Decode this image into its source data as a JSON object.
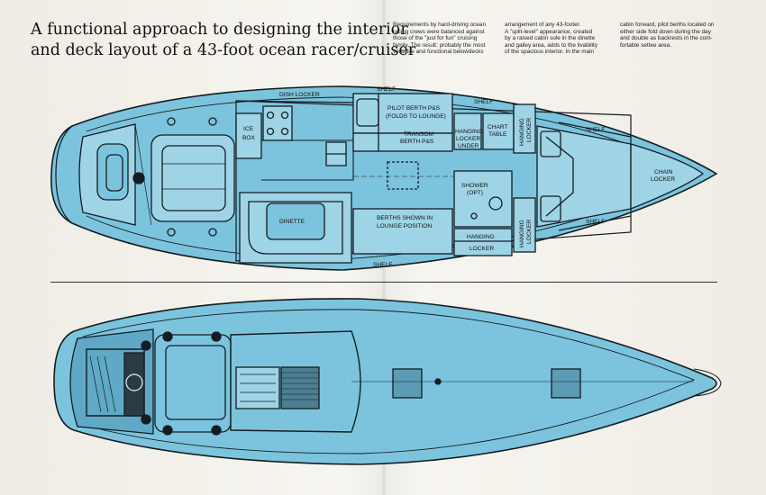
{
  "headline": {
    "line1": "A functional approach to designing the interior",
    "line2": "and deck layout of a 43-foot ocean racer/cruiser"
  },
  "body_text": {
    "col1": [
      "Requirements by hard-driving ocean",
      "racing crews were balanced against",
      "those of the \"just for fun\" cruising",
      "family. The result: probably the most",
      "versatile and functional belowdecks"
    ],
    "col2": [
      "arrangement of any 43-footer.",
      "A \"split-level\" appearance, created",
      "by a raised cabin sole in the dinette",
      "and galley area, adds to the livability",
      "of the spacious interior. In the main"
    ],
    "col3": [
      "cabin forward, pilot berths located on",
      "either side fold down during the day",
      "and double as backrests in the com-",
      "fortable settee area."
    ]
  },
  "plan_labels": {
    "dish_locker": "DISH LOCKER",
    "shelf_top": "SHELF",
    "shelf_top2": "SHELF",
    "shelf_fwd_top": "SHELF",
    "shelf_fwd_bottom": "SHELF",
    "shelf_bottom": "SHELF",
    "pilot_berth_1": "PILOT BERTH P&S",
    "pilot_berth_2": "(FOLDS TO LOUNGE)",
    "ice_box_1": "ICE",
    "ice_box_2": "BOX",
    "transom_1": "TRANSOM",
    "transom_2": "BERTH P&S",
    "hanging_locker_under_1": "HANGING",
    "hanging_locker_under_2": "LOCKER",
    "hanging_locker_under_3": "UNDER",
    "chart_table_1": "CHART",
    "chart_table_2": "TABLE",
    "hanging_locker_top_1": "HANGING",
    "hanging_locker_top_2": "LOCKER",
    "chain_locker_1": "CHAIN",
    "chain_locker_2": "LOCKER",
    "shower_1": "SHOWER",
    "shower_2": "(OPT)",
    "dinette": "DINETTE",
    "berths_1": "BERTHS SHOWN IN",
    "berths_2": "LOUNGE POSITION",
    "hanging_bottom": "HANGING",
    "locker_bottom": "LOCKER",
    "hanging_locker_bot_1": "HANGING",
    "hanging_locker_bot_2": "LOCKER"
  },
  "colors": {
    "hull_fill": "#7cc4dd",
    "hull_light": "#a9dbea",
    "ink": "#141c22",
    "paper": "#f4f1ea"
  }
}
